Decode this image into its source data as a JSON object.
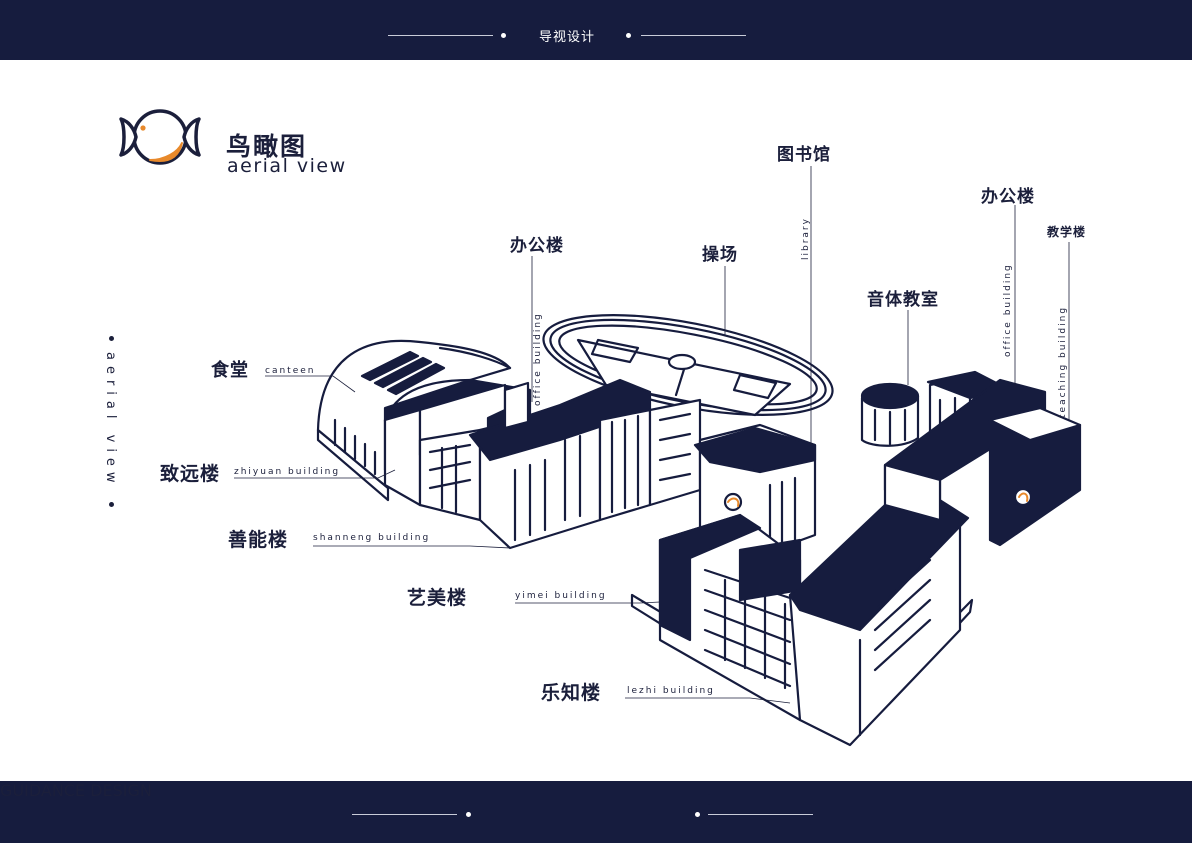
{
  "header": {
    "title": "导视设计"
  },
  "footer": {
    "title": "GUIDANCE DESIGN"
  },
  "heading": {
    "title_zh": "鸟瞰图",
    "title_en": "aerial view"
  },
  "side_vertical_text": "aerial view",
  "labels": {
    "canteen": {
      "zh": "食堂",
      "en": "canteen"
    },
    "zhiyuan": {
      "zh": "致远楼",
      "en": "zhiyuan building"
    },
    "shanneng": {
      "zh": "善能楼",
      "en": "shanneng building"
    },
    "yimei": {
      "zh": "艺美楼",
      "en": "yimei building"
    },
    "lezhi": {
      "zh": "乐知楼",
      "en": "lezhi building"
    },
    "office_left": {
      "zh": "办公楼",
      "en": "office building"
    },
    "playground": {
      "zh": "操场"
    },
    "library": {
      "zh": "图书馆",
      "en": "library"
    },
    "music": {
      "zh": "音体教室"
    },
    "office_right": {
      "zh": "办公楼",
      "en": "office building"
    },
    "teaching": {
      "zh": "教学楼",
      "en": "teaching building"
    }
  },
  "colors": {
    "navy": "#161c3e",
    "ink": "#1b1f3b",
    "accent": "#e8892b"
  }
}
